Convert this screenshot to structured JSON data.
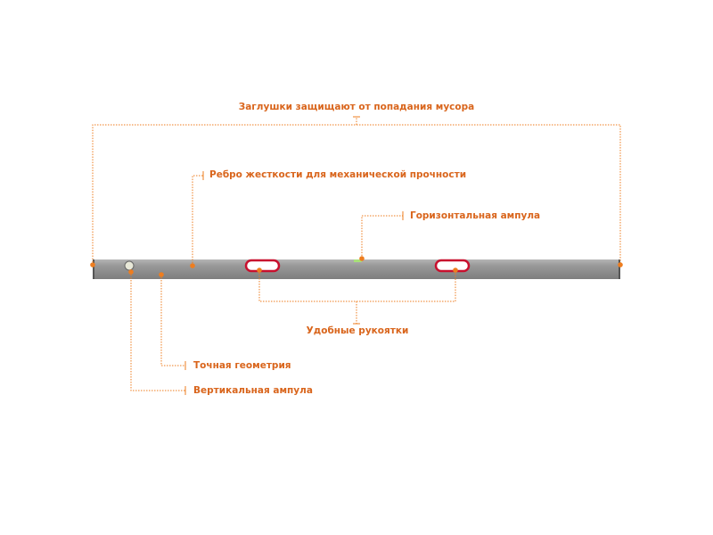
{
  "labels": {
    "end_caps": "Заглушки защищают от попадания мусора",
    "stiffening_rib": "Ребро жесткости для механической прочности",
    "horizontal_vial": "Горизонтальная ампула",
    "handles": "Удобные рукоятки",
    "precise_geometry": "Точная геометрия",
    "vertical_vial": "Вертикальная ампула"
  },
  "colors": {
    "accent": "#ee7d1f",
    "text": "#d9651c",
    "handle": "#c8102e",
    "bar": "#8f8f8f"
  }
}
